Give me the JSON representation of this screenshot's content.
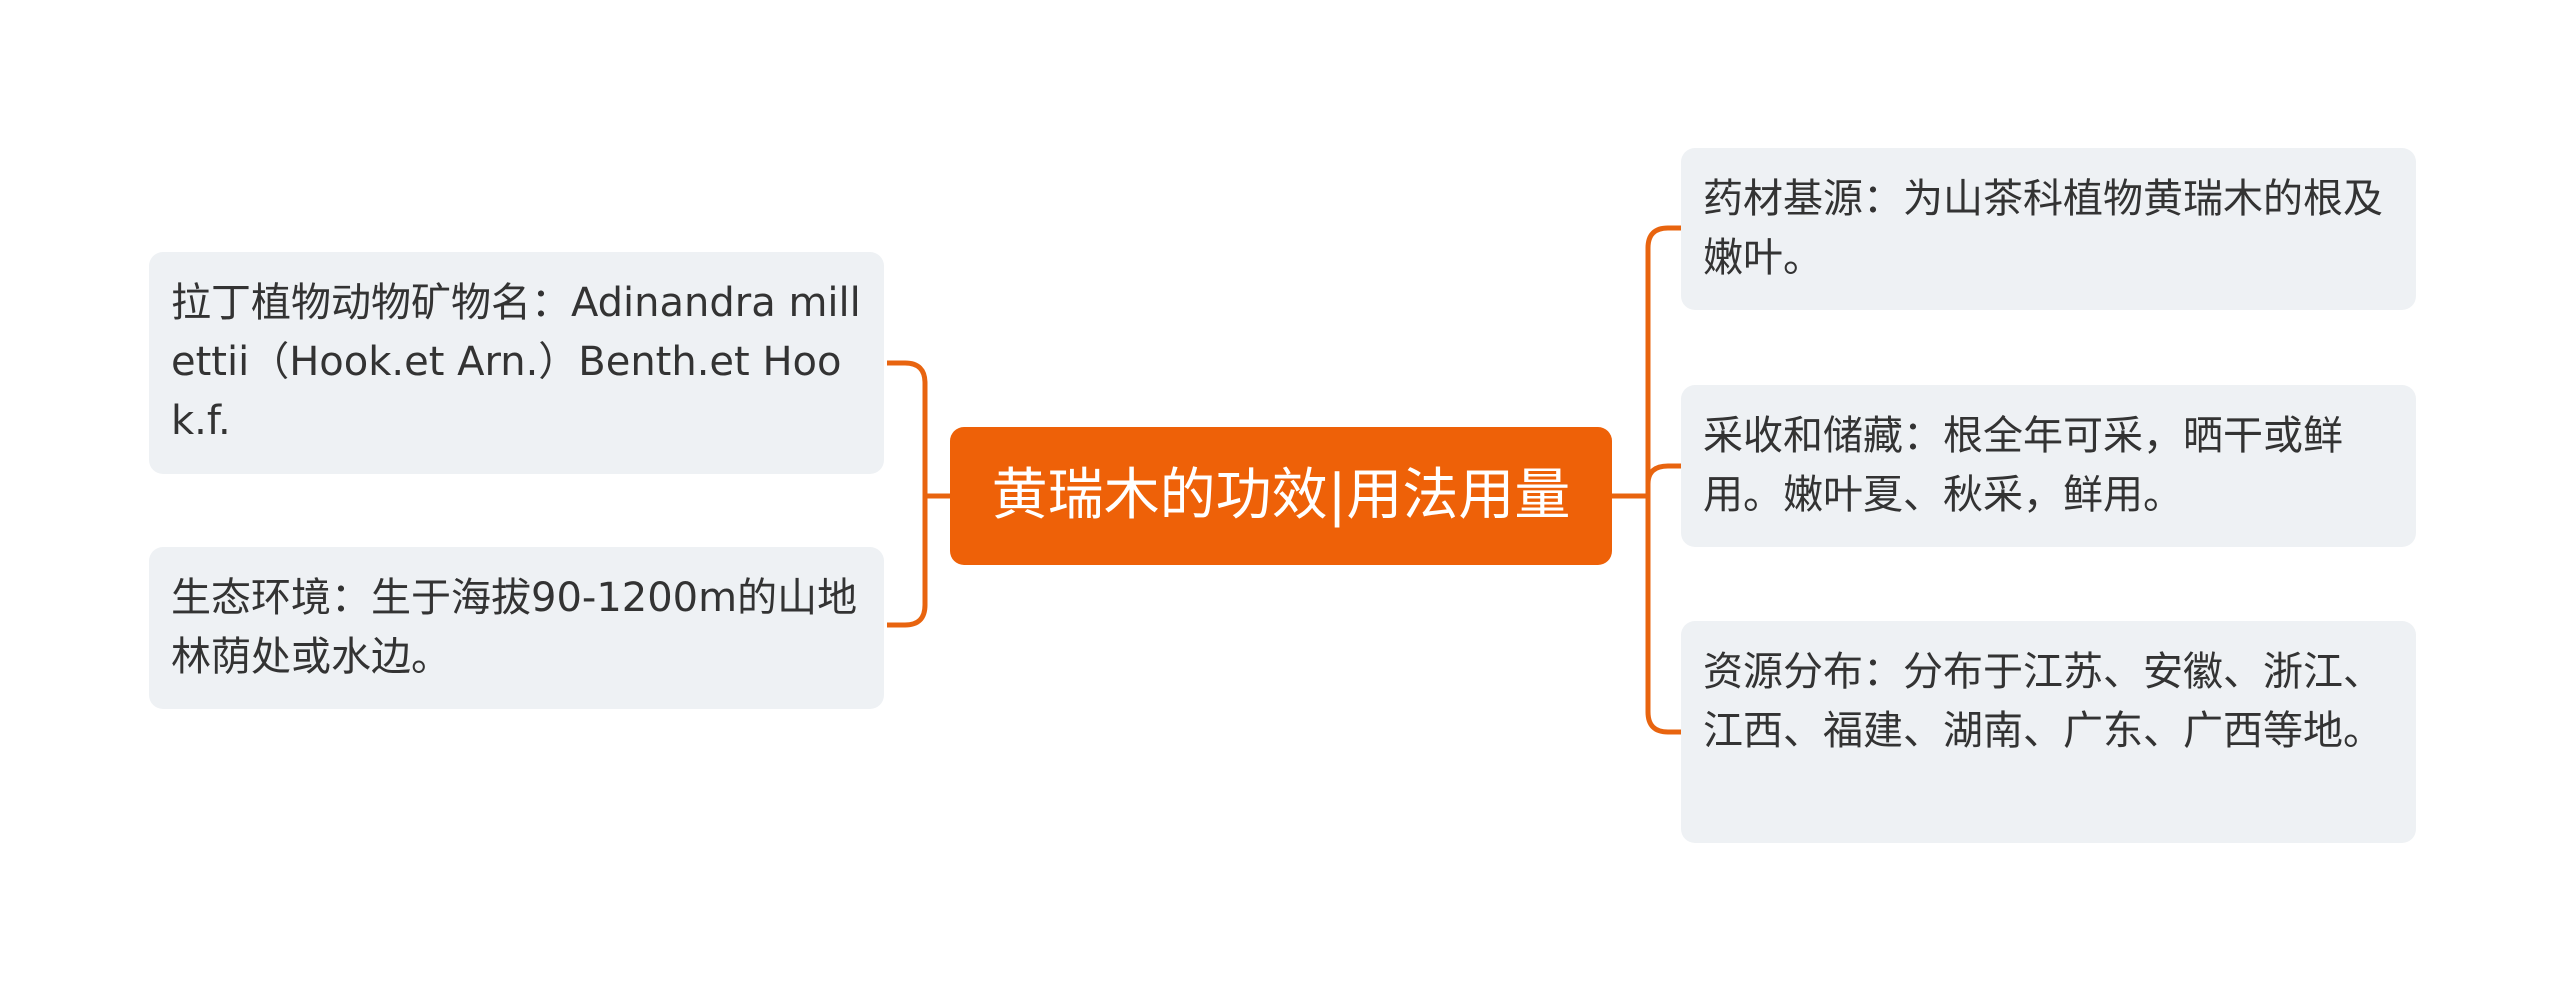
{
  "root": {
    "label": "黄瑞木的功效|用法用量"
  },
  "left_branches": [
    {
      "text": "拉丁植物动物矿物名：Adinandra millettii（Hook.et Arn.）Benth.et Hook.f."
    },
    {
      "text": "生态环境：生于海拔90-1200m的山地林荫处或水边。"
    }
  ],
  "right_branches": [
    {
      "text": "药材基源：为山茶科植物黄瑞木的根及嫩叶。"
    },
    {
      "text": "采收和储藏：根全年可采，晒干或鲜用。嫩叶夏、秋采，鲜用。"
    },
    {
      "text": "资源分布：分布于江苏、安徽、浙江、江西、福建、湖南、广东、广西等地。"
    }
  ],
  "colors": {
    "root_fill": "#ee6108",
    "connector": "#e8640f",
    "node_fill": "#eef1f4",
    "node_text": "#333333"
  }
}
